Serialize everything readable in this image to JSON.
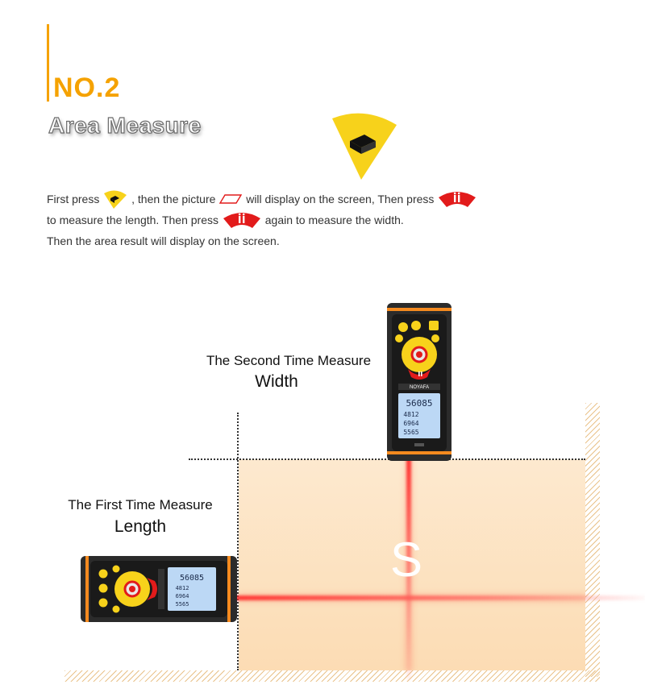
{
  "header": {
    "number": "NO.2",
    "subtitle": "Area Measure"
  },
  "instructions": {
    "line1": {
      "part1": "First press",
      "part2": ", then the picture",
      "part3": "will display on the screen,  Then press"
    },
    "line2": {
      "part1": "to measure the length.  Then press",
      "part2": "again to measure the  width."
    },
    "line3": "Then the area result will display on the screen."
  },
  "captions": {
    "second_line1": "The Second Time Measure",
    "second_line2": "Width",
    "first_line1": "The First Time Measure",
    "first_line2": "Length"
  },
  "area_label": "S",
  "device": {
    "brand": "NOYAFA",
    "readings": [
      "56085",
      "4812",
      "6964",
      "5565"
    ],
    "button_symbol": "II"
  },
  "colors": {
    "accent": "#f5a200",
    "icon_yellow": "#f7d21b",
    "measure_red": "#e21b1b",
    "area_fill": "#fde3c2",
    "laser": "#ff2a2a"
  },
  "icons": {
    "area_key": "area-key-icon",
    "parallelogram": "parallelogram-icon",
    "measure_key": "measure-key-icon"
  }
}
